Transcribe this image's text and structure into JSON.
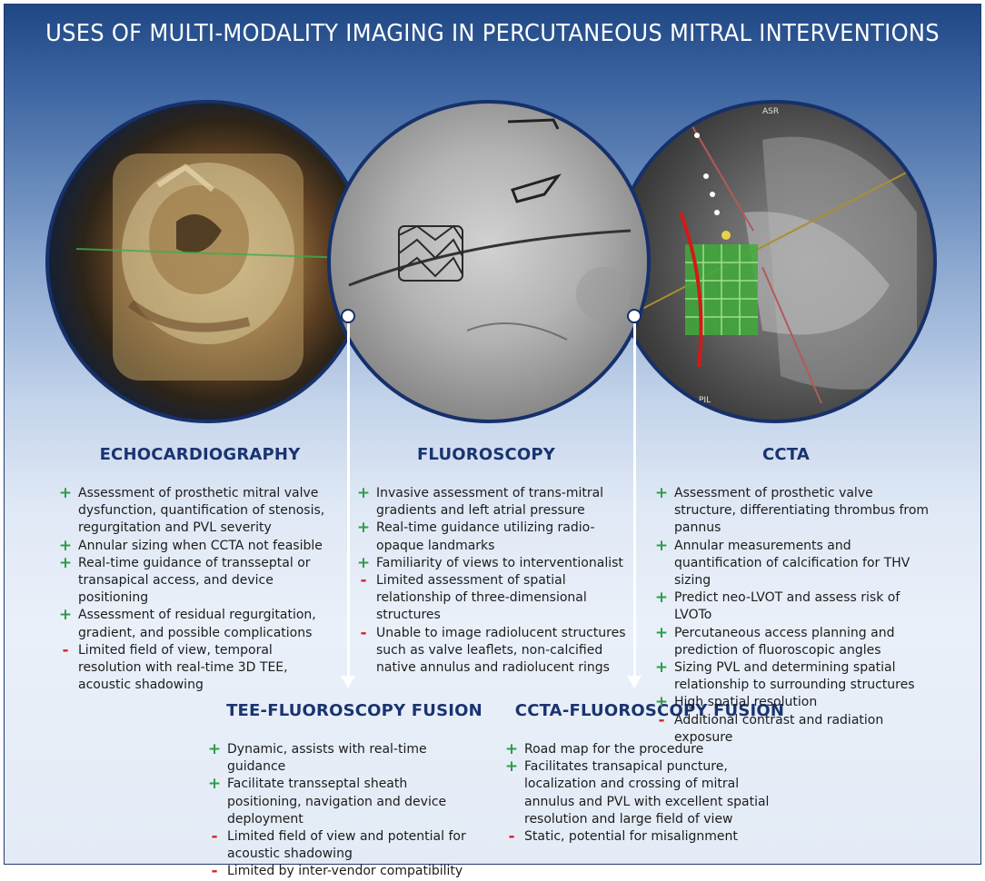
{
  "title": "USES OF MULTI-MODALITY IMAGING IN PERCUTANEOUS MITRAL INTERVENTIONS",
  "images": {
    "echo": "3D TEE mitral valve image",
    "fluoro": "Fluoroscopy image with transcatheter valve",
    "ccta": "CCTA image with neo-LVOT simulation",
    "ccta_labels": {
      "top": "ASR",
      "bottom": "PIL"
    }
  },
  "colors": {
    "plus": "#2c9e46",
    "minus": "#d1262a",
    "heading": "#1a3470",
    "frame": "#16306a"
  },
  "sections": {
    "echo": {
      "heading": "ECHOCARDIOGRAPHY",
      "items": [
        {
          "sign": "+",
          "text": "Assessment of prosthetic mitral valve dysfunction, quantification of stenosis, regurgitation and PVL severity"
        },
        {
          "sign": "+",
          "text": "Annular sizing when CCTA not feasible"
        },
        {
          "sign": "+",
          "text": "Real-time guidance of transseptal or transapical access, and device positioning"
        },
        {
          "sign": "+",
          "text": "Assessment of  residual regurgitation, gradient, and possible complications"
        },
        {
          "sign": "-",
          "text": "Limited field of view, temporal resolution with real-time 3D TEE, acoustic shadowing"
        }
      ]
    },
    "fluoro": {
      "heading": "FLUOROSCOPY",
      "items": [
        {
          "sign": "+",
          "text": "Invasive assessment of trans-mitral gradients and left atrial pressure"
        },
        {
          "sign": "+",
          "text": "Real-time guidance utilizing radio-opaque landmarks"
        },
        {
          "sign": "+",
          "text": "Familiarity of views to interventionalist"
        },
        {
          "sign": "-",
          "text": "Limited assessment of spatial relationship of three-dimensional structures"
        },
        {
          "sign": "-",
          "text": "Unable to image radiolucent structures such as valve leaflets, non-calcified native annulus and radiolucent rings"
        }
      ]
    },
    "ccta": {
      "heading": "CCTA",
      "items": [
        {
          "sign": "+",
          "text": "Assessment of prosthetic valve structure, differentiating thrombus from pannus"
        },
        {
          "sign": "+",
          "text": "Annular measurements and quantification of calcification for THV sizing"
        },
        {
          "sign": "+",
          "text": "Predict neo-LVOT and assess risk of LVOTo"
        },
        {
          "sign": "+",
          "text": "Percutaneous access planning and prediction of fluoroscopic angles"
        },
        {
          "sign": "+",
          "text": "Sizing PVL and determining spatial relationship to surrounding structures"
        },
        {
          "sign": "+",
          "text": "High spatial resolution"
        },
        {
          "sign": "-",
          "text": "Additional contrast and radiation exposure"
        }
      ]
    },
    "tee_fusion": {
      "heading": "TEE-FLUOROSCOPY FUSION",
      "items": [
        {
          "sign": "+",
          "text": "Dynamic, assists with real-time guidance"
        },
        {
          "sign": "+",
          "text": "Facilitate transseptal sheath positioning, navigation and device deployment"
        },
        {
          "sign": "-",
          "text": "Limited field of view and potential for acoustic shadowing"
        },
        {
          "sign": "-",
          "text": "Limited by inter-vendor compatibility"
        }
      ]
    },
    "ccta_fusion": {
      "heading": "CCTA-FLUOROSCOPY FUSION",
      "items": [
        {
          "sign": "+",
          "text": "Road map for the procedure"
        },
        {
          "sign": "+",
          "text": "Facilitates transapical puncture, localization and crossing of  mitral annulus and PVL with excellent spatial resolution and large field of view"
        },
        {
          "sign": "-",
          "text": "Static, potential for misalignment"
        }
      ]
    }
  }
}
